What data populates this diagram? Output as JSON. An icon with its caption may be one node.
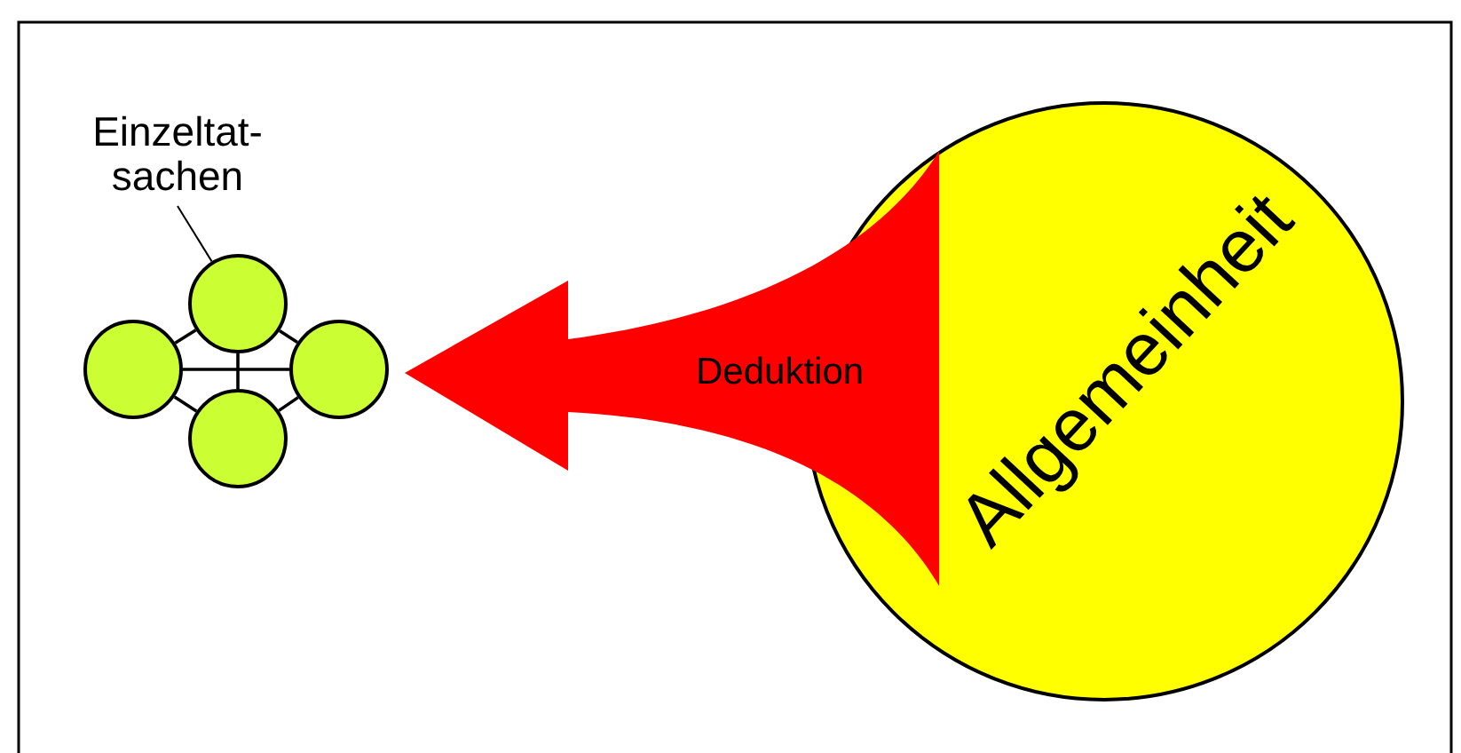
{
  "diagram": {
    "nodes": [
      {
        "text": [
          "Einzeltat- sachen"
        ]
      },
      {
        "text": [],
        "shape": "circle"
      },
      {
        "text": [],
        "shape": "circle"
      },
      {
        "text": [],
        "shape": "circle"
      },
      {
        "text": [],
        "shape": "circle"
      },
      {
        "text": [
          "Allgemeinheit"
        ]
      }
    ],
    "edges": [
      {
        "from": 0,
        "to": 2,
        "arrow": "none"
      },
      {
        "from": 1,
        "to": 2,
        "arrow": "none"
      },
      {
        "from": 2,
        "to": 4,
        "arrow": "none"
      },
      {
        "from": 4,
        "to": 3,
        "arrow": "none"
      },
      {
        "from": 3,
        "to": 1,
        "arrow": "none"
      },
      {
        "from": 1,
        "to": 4,
        "arrow": "none"
      },
      {
        "from": 2,
        "to": 3,
        "arrow": "none"
      },
      {
        "from": 5,
        "to": 4,
        "arrow": "to",
        "label": "Deduktion",
        "style": "thick",
        "color": "#ff0000"
      }
    ]
  }
}
